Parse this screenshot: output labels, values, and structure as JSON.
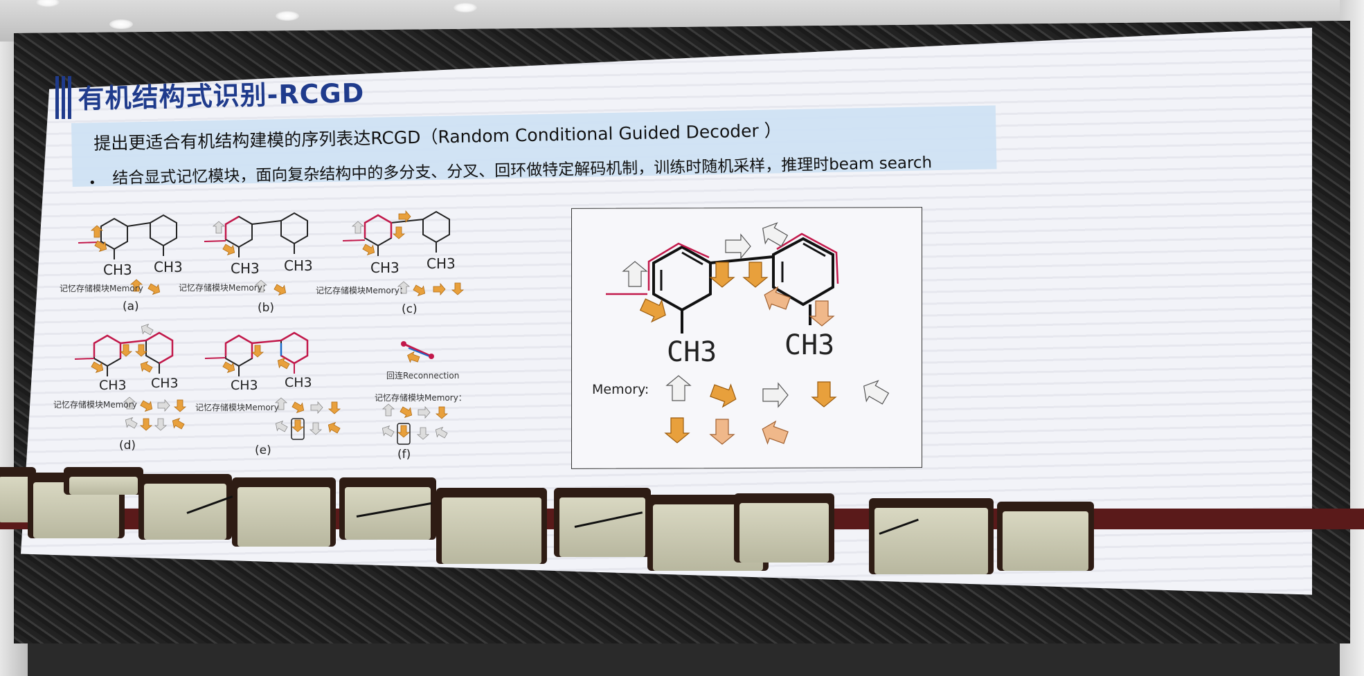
{
  "slide": {
    "title": "有机结构式识别-RCGD",
    "line1": "提出更适合有机结构建模的序列表达RCGD（Random Conditional Guided Decoder ）",
    "bullet": "•",
    "line2": "结合显式记忆模块，面向复杂结构中的多分支、分叉、回环做特定解码机制，训练时随机采样，推理时beam search"
  },
  "diagrams": {
    "ch3": "CH3",
    "memory_label_small": "记忆存储模块Memory",
    "memory_label_small_colon": "记忆存储模块Memory：",
    "reconnection_label": "回连Reconnection",
    "captions": [
      "(a)",
      "(b)",
      "(c)",
      "(d)",
      "(e)",
      "(f)"
    ]
  },
  "right_panel": {
    "memory_label": "Memory:",
    "ch3": "CH3"
  },
  "colors": {
    "title_blue": "#1f3b8c",
    "band_blue": "#cfe2f3",
    "arrow_orange": "#e8a03c",
    "path_red": "#c2184a",
    "screen_bg": "#f2f3f8"
  }
}
